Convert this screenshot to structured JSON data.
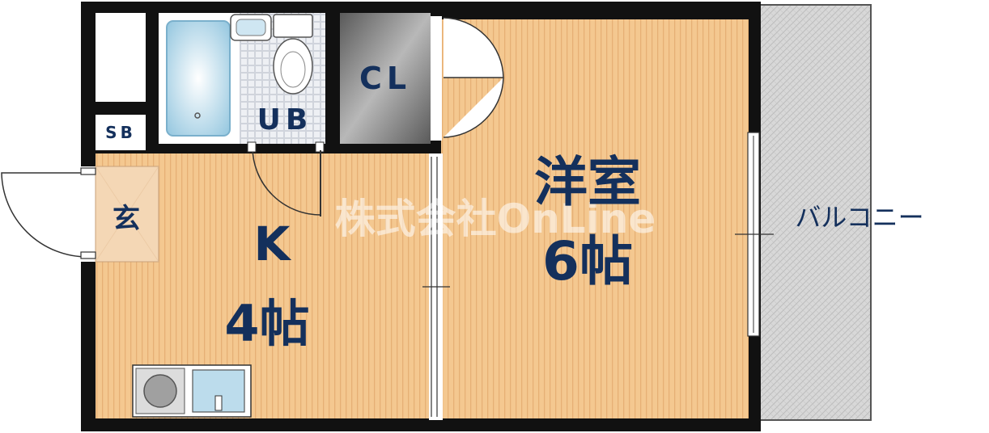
{
  "rooms": {
    "western_room": {
      "name": "洋室",
      "size": "6帖"
    },
    "kitchen": {
      "name": "K",
      "size": "4帖"
    },
    "closet": "CL",
    "unit_bath": "UB",
    "shoe_box": "SB",
    "entrance": "玄",
    "balcony": "バルコニー"
  },
  "watermark": "株式会社OnLine",
  "colors": {
    "floor": "#f4c890",
    "floor_stripe": "#e8b478",
    "wall": "#111111",
    "label": "#14305c",
    "balcony": "#d6d6d6",
    "closet_dark": "#6e6e6e",
    "bath_tile": "#e4e8ee",
    "tub": "#a9d4ea"
  }
}
